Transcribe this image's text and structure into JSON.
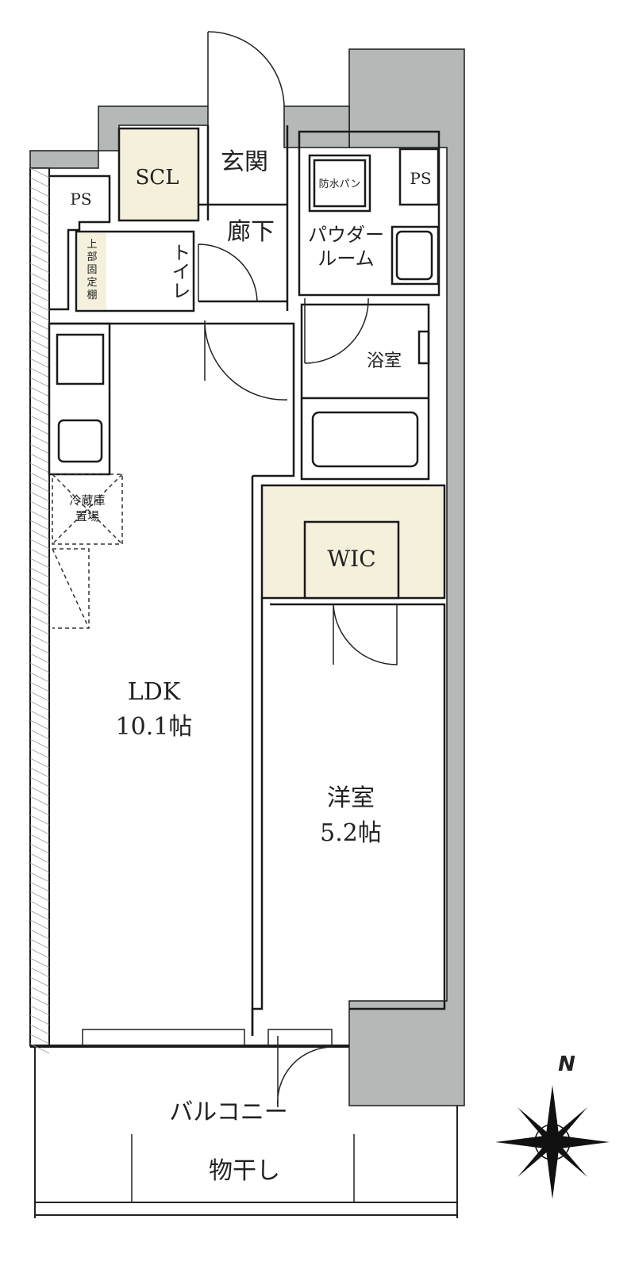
{
  "rooms": {
    "scl": "SCL",
    "entrance": "玄関",
    "ps_left": "PS",
    "ps_right": "PS",
    "waterproof_pan": "防水パン",
    "hallway": "廊下",
    "powder_room_line1": "パウダー",
    "powder_room_line2": "ルーム",
    "toilet": "トイレ",
    "upper_shelf": [
      "上",
      "部",
      "固",
      "定",
      "棚"
    ],
    "bathroom": "浴室",
    "fridge_line1": "冷蔵庫",
    "fridge_line2": "置場",
    "wic": "WIC",
    "ldk_name": "LDK",
    "ldk_size": "10.1帖",
    "western_name": "洋室",
    "western_size": "5.2帖",
    "balcony": "バルコニー",
    "drying": "物干し"
  },
  "compass": {
    "north": "N"
  },
  "colors": {
    "wall": "#1a1a1a",
    "concrete": "#b4b8b6",
    "storage_fill": "#f4f0dc",
    "line": "#222222"
  }
}
